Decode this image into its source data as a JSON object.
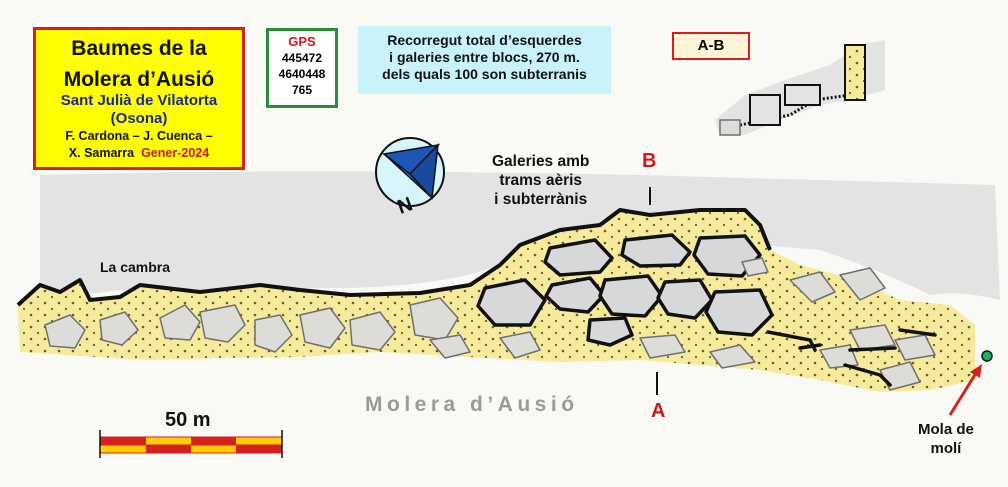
{
  "title": {
    "line1": "Baumes de la",
    "line2": "Molera d’Ausió",
    "municipality": "Sant Julià de Vilatorta",
    "region": "(Osona)",
    "authors_line1": "F. Cardona – J. Cuenca –",
    "authors_line2": "X. Samarra",
    "date": "Gener-2024"
  },
  "gps": {
    "label": "GPS",
    "x": "445472",
    "y": "4640448",
    "z": "765"
  },
  "info": {
    "line1": "Recorregut total d’esquerdes",
    "line2": "i galeries entre blocs, 270 m.",
    "line3": "dels quals 100 son subterranis"
  },
  "section_label": "A-B",
  "north_label": "N",
  "labels": {
    "cambra": "La cambra",
    "galeries_1": "Galeries amb",
    "galeries_2": "trams aèris",
    "galeries_3": "i subterrànis",
    "section_b": "B",
    "section_a": "A",
    "place": "Molera d’Ausió",
    "mola_1": "Mola de",
    "mola_2": "molí"
  },
  "scale": {
    "label": "50 m"
  },
  "colors": {
    "rock_gray": "#e3e3e3",
    "sand": "#f6ea9c",
    "outline": "#111111",
    "accent_red": "#d4201f",
    "compass_blue": "#1e56b8",
    "mola_green": "#16b36a"
  }
}
